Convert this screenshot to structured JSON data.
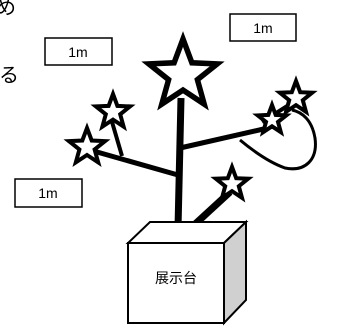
{
  "labels": {
    "top_right": "1m",
    "upper_left": "1m",
    "lower_left": "1m"
  },
  "cropped_text": {
    "top_glyph": "め",
    "left_glyph": "る"
  },
  "stand": {
    "label": "展示台"
  }
}
